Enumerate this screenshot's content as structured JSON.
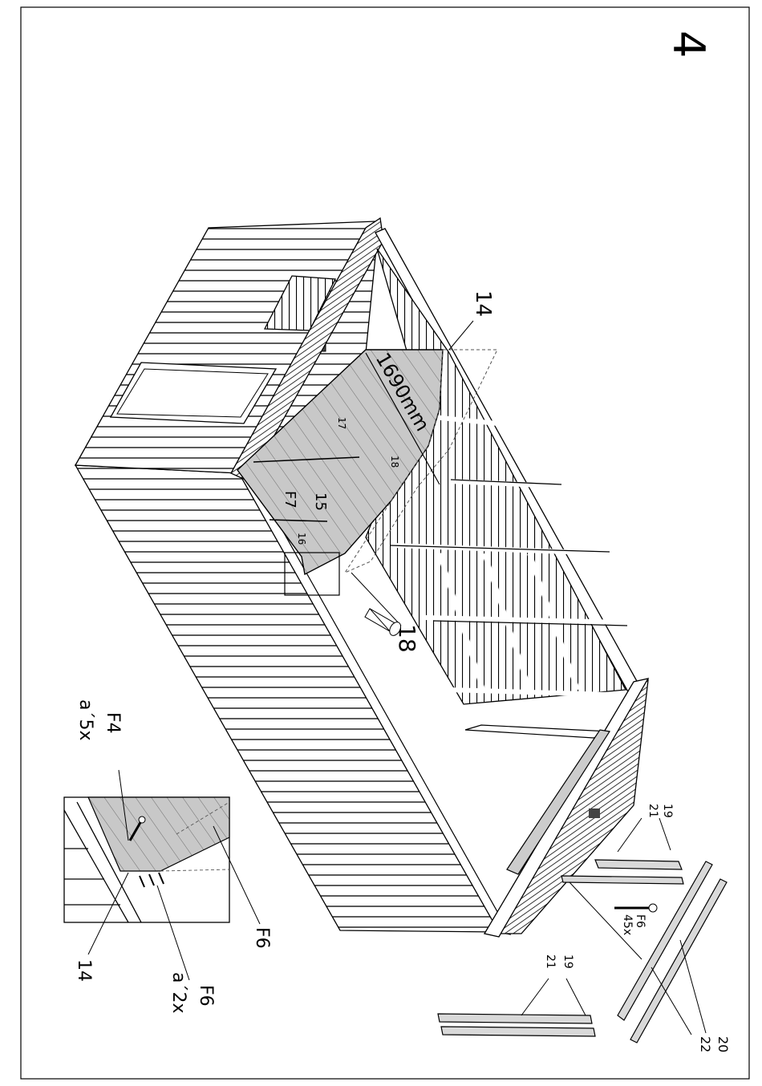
{
  "page": {
    "step_number": "4"
  },
  "labels": {
    "dimension": "1690mm",
    "part_14_top": "14",
    "part_17": "17",
    "part_18_panel": "18",
    "part_15": "15",
    "part_16": "16",
    "fastener_f7": "F7",
    "part_18_saw": "18",
    "inset_f4": "F4",
    "inset_f4_qty": "a´5x",
    "inset_f6": "F6",
    "inset_14": "14",
    "inset_f6_bottom": "F6",
    "inset_f6_qty": "a´2x",
    "part_19_right": "19",
    "part_21_right": "21",
    "screw_f6": "F6",
    "screw_f6_qty": "45x",
    "part_19_bottom": "19",
    "part_21_bottom": "21",
    "part_20": "20",
    "part_22": "22"
  },
  "icons": {
    "saw": "saw-icon",
    "screw": "screw-icon"
  },
  "colors": {
    "line": "#000000",
    "roof_panel": "#c8c8c8",
    "board_gray": "#d9d9d9"
  }
}
